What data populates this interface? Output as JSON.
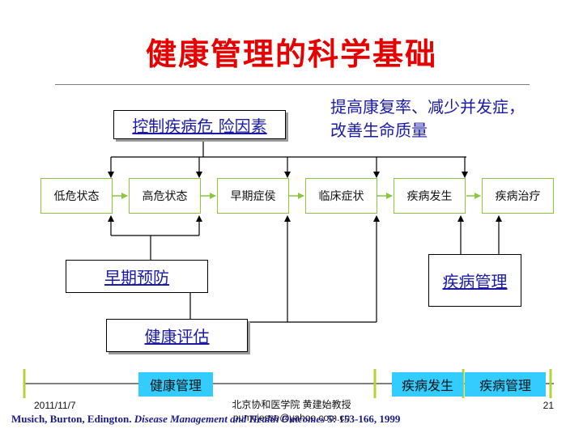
{
  "title": "健康管理的科学基础",
  "note": "提高康复率、减少并发症，改善生命质量",
  "control_box": "控制疾病危 险因素",
  "stages": [
    "低危状态",
    "高危状态",
    "早期症侯",
    "临床症状",
    "疾病发生",
    "疾病治疗"
  ],
  "early_prevention": "早期预防",
  "health_assessment": "健康评估",
  "disease_management": "疾病管理",
  "timeline": [
    "健康管理",
    "疾病发生",
    "疾病管理"
  ],
  "footer": {
    "date": "2011/11/7",
    "author_line1": "北京协和医学院 黄建始教授",
    "author_line2": "pumcjesse@yahoo.com.cn",
    "page": "21"
  },
  "citation": {
    "authors": "Musich, Burton, Edington.",
    "journal": "Disease Management and Health Outcomes",
    "ref": "5: 153-166, 1999"
  },
  "colors": {
    "title": "#e60000",
    "text": "#1a1aa6",
    "stage_border": "#8cc63f",
    "arrow_green": "#8cc63f",
    "timeline_fill": "#33ccff",
    "timeline_tick": "#b5d334"
  }
}
